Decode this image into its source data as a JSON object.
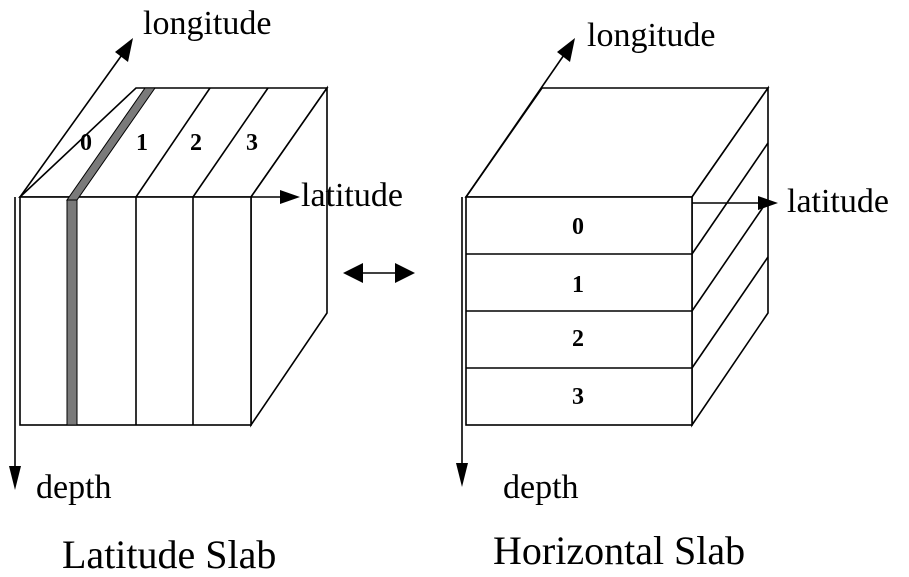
{
  "left_cube": {
    "axis_longitude": "longitude",
    "axis_latitude": "latitude",
    "axis_depth": "depth",
    "slab_numbers": [
      "0",
      "1",
      "2",
      "3"
    ],
    "caption": "Latitude Slab"
  },
  "right_cube": {
    "axis_longitude": "longitude",
    "axis_latitude": "latitude",
    "axis_depth": "depth",
    "slab_numbers": [
      "0",
      "1",
      "2",
      "3"
    ],
    "caption": "Horizontal Slab"
  },
  "colors": {
    "highlight_band": "#7a7a7a",
    "lines": "#000000"
  }
}
